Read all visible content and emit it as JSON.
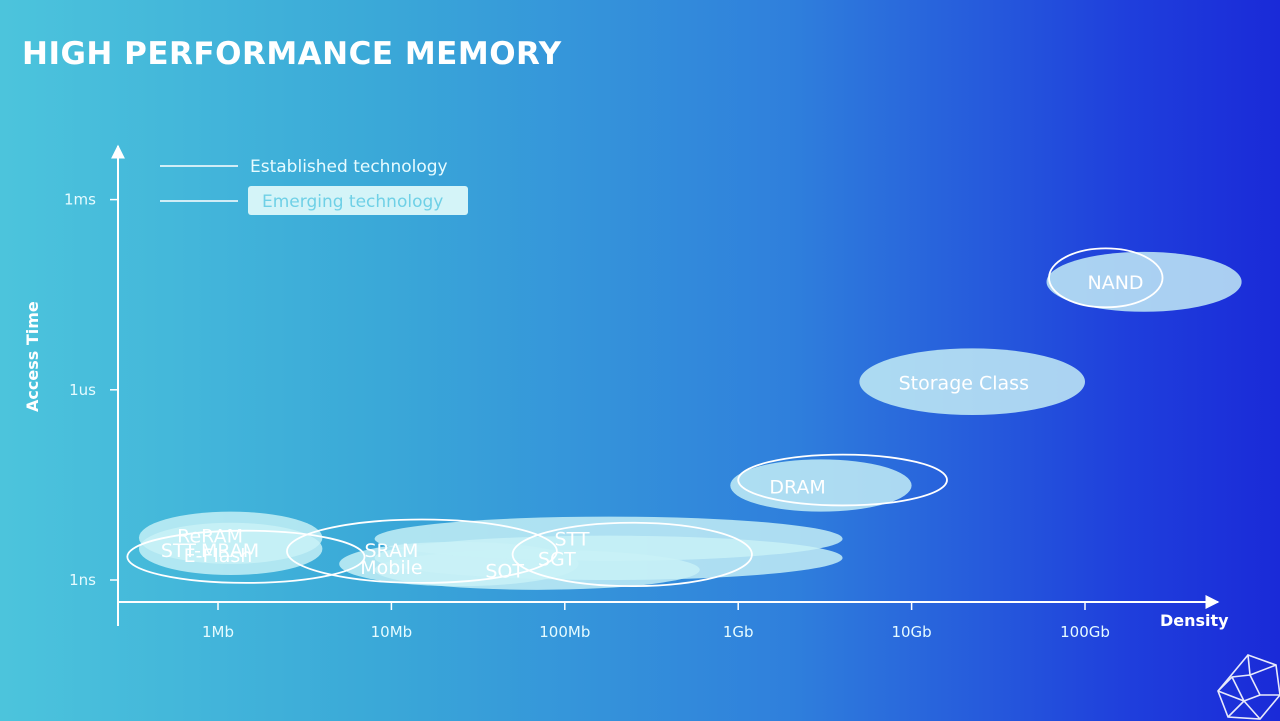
{
  "slide": {
    "title": "High performance memory"
  },
  "chart_data": {
    "type": "scatter",
    "xlabel": "Density",
    "ylabel": "Access Time",
    "x_ticks": [
      "1Mb",
      "10Mb",
      "100Mb",
      "1Gb",
      "10Gb",
      "100Gb"
    ],
    "y_ticks": [
      "1ns",
      "1us",
      "1ms"
    ],
    "x_scale": "log",
    "y_scale": "log",
    "legend": {
      "placement": "top-left",
      "entries": [
        {
          "label": "Established technology",
          "style": "outline"
        },
        {
          "label": "Emerging technology",
          "style": "filled"
        }
      ]
    },
    "colors": {
      "emerging_fill": "#c9f1f6",
      "established_stroke": "#ffffff",
      "axis": "#ffffff"
    },
    "regions": [
      {
        "name": "E-Flash",
        "kind": "established",
        "x_center": 1,
        "y_center": 2.5,
        "x_span": [
          0.3,
          7
        ],
        "y_span": [
          0.9,
          6
        ]
      },
      {
        "name": "ReRAM",
        "kind": "emerging",
        "x_center": 0.9,
        "y_center": 5,
        "x_span": [
          0.35,
          4
        ],
        "y_span": [
          1.8,
          12
        ]
      },
      {
        "name": "STT-MRAM",
        "kind": "emerging",
        "x_center": 0.9,
        "y_center": 3,
        "x_span": [
          0.35,
          4
        ],
        "y_span": [
          1.2,
          8
        ]
      },
      {
        "name": "SRAM",
        "kind": "established",
        "x_center": 10,
        "y_center": 3,
        "x_span": [
          2.5,
          90
        ],
        "y_span": [
          0.9,
          9
        ]
      },
      {
        "name": "Mobile",
        "kind": "emerging",
        "x_center": 10,
        "y_center": 1.6,
        "x_span": [
          5,
          120
        ],
        "y_span": [
          0.8,
          4
        ]
      },
      {
        "name": "SOT",
        "kind": "emerging",
        "x_center": 45,
        "y_center": 1.4,
        "x_span": [
          8,
          600
        ],
        "y_span": [
          0.7,
          3
        ]
      },
      {
        "name": "SGT",
        "kind": "emerging",
        "x_center": 90,
        "y_center": 2.2,
        "x_span": [
          8,
          4000
        ],
        "y_span": [
          1,
          5
        ]
      },
      {
        "name": "STT",
        "kind": "emerging",
        "x_center": 110,
        "y_center": 4.5,
        "x_span": [
          8,
          4000
        ],
        "y_span": [
          2,
          10
        ]
      },
      {
        "name": "",
        "kind": "established",
        "x_center": 250,
        "y_center": 2.3,
        "x_span": [
          50,
          1200
        ],
        "y_span": [
          0.8,
          8
        ]
      },
      {
        "name": "DRAM",
        "kind": "emerging",
        "x_center": 2200,
        "y_center": 30,
        "x_span": [
          900,
          10000
        ],
        "y_span": [
          12,
          80
        ]
      },
      {
        "name": "Storage Class",
        "kind": "emerging",
        "x_center": 20000,
        "y_center": 1300,
        "x_span": [
          5000,
          100000
        ],
        "y_span": [
          400,
          4500
        ]
      },
      {
        "name": "NAND",
        "kind": "emerging",
        "x_center": 150000,
        "y_center": 50000,
        "x_span": [
          60000,
          800000
        ],
        "y_span": [
          17000,
          150000
        ]
      }
    ]
  }
}
